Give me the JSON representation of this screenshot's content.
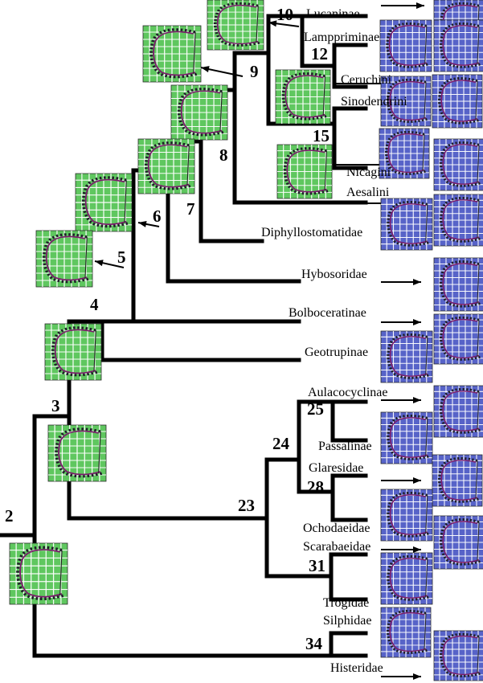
{
  "colors": {
    "ancestral_panel": "#5fc75f",
    "terminal_panel": "#5763c8",
    "branch": "#000000"
  },
  "taxa": [
    "Lucaninae",
    "Lamppriminae",
    "Ceruchini",
    "Sinodendrini",
    "Nicagini",
    "Aesalini",
    "Diphyllostomatidae",
    "Hybosoridae",
    "Bolboceratinae",
    "Geotrupinae",
    "Aulacocyclinae",
    "Passalinae",
    "Glaresidae",
    "Ochodaeidae",
    "Scarabaeidae",
    "Trogidae",
    "Silphidae",
    "Histeridae"
  ],
  "nodes": [
    "2",
    "3",
    "4",
    "5",
    "6",
    "7",
    "8",
    "9",
    "10",
    "12",
    "15",
    "23",
    "24",
    "25",
    "28",
    "31",
    "34"
  ]
}
